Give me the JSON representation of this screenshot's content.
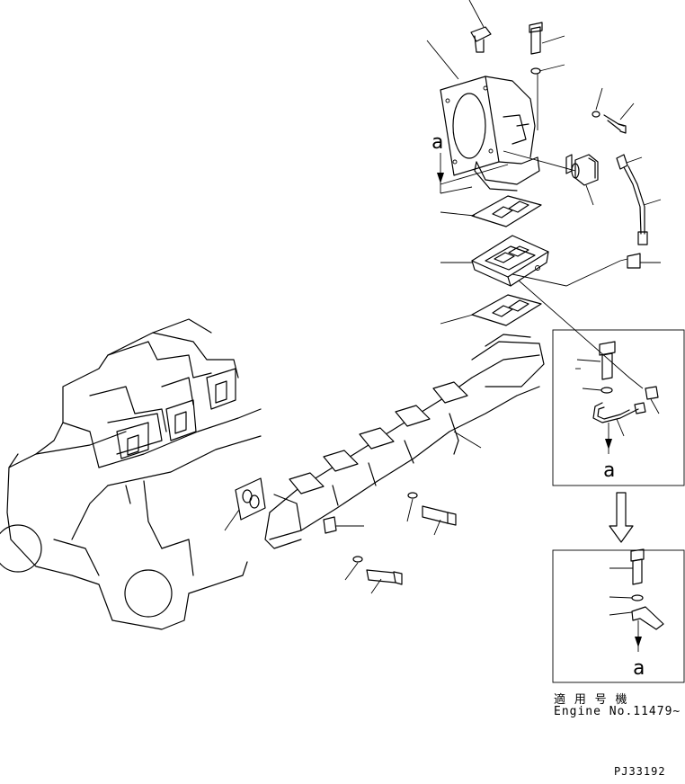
{
  "view_labels": [
    "a",
    "a",
    "a"
  ],
  "applicability_note": {
    "japanese": "適 用 号 機",
    "engine_serial": "Engine No.11479~"
  },
  "drawing_code": "PJ33192"
}
